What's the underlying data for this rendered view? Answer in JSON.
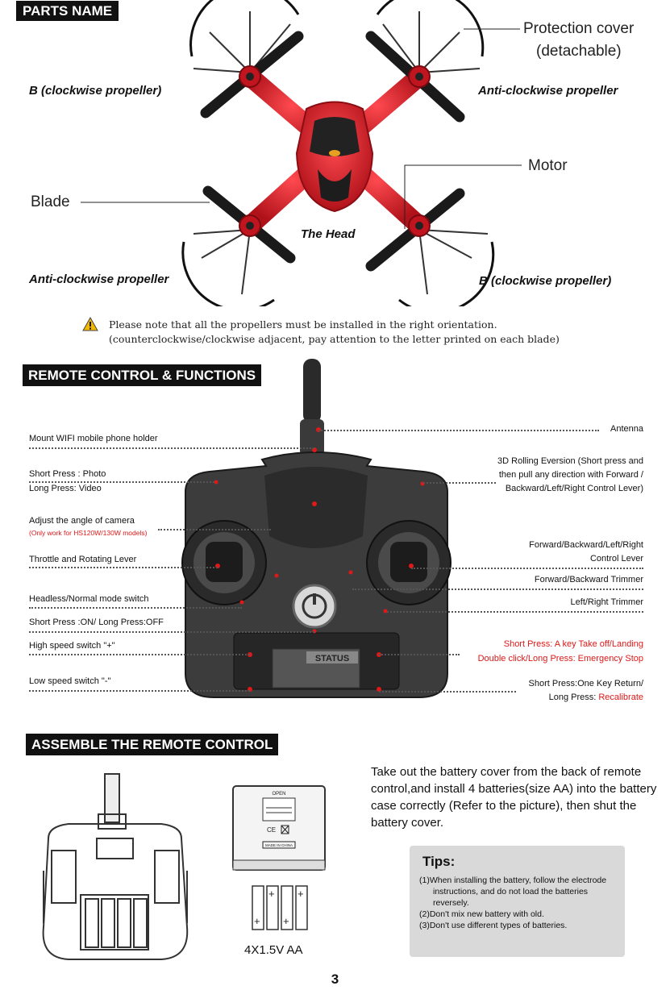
{
  "parts": {
    "heading": "PARTS NAME",
    "protection_cover_1": "Protection cover",
    "protection_cover_2": "(detachable)",
    "b_clockwise_top": "B (clockwise propeller)",
    "anticlockwise_top": "Anti-clockwise propeller",
    "motor": "Motor",
    "blade": "Blade",
    "head": "The Head",
    "anticlockwise_bottom": "Anti-clockwise propeller",
    "b_clockwise_bottom": "B (clockwise propeller)",
    "note_1": "Please note that all the propellers must be installed in the right orientation.",
    "note_2": "(counterclockwise/clockwise adjacent, pay attention to the letter printed on each blade)"
  },
  "remote": {
    "heading": "REMOTE CONTROL & FUNCTIONS",
    "antenna": "Antenna",
    "mount_holder": "Mount WIFI mobile phone holder",
    "photo": "Short Press : Photo",
    "video": "Long  Press:  Video",
    "rolling_1": "3D Rolling Eversion (Short press and",
    "rolling_2": "then pull any direction with Forward /",
    "rolling_3": "Backward/Left/Right Control Lever)",
    "camera_angle": "Adjust the angle of camera",
    "camera_note": "(Only work for HS120W/130W models)",
    "throttle": "Throttle and Rotating Lever",
    "control_lever_1": "Forward/Backward/Left/Right",
    "control_lever_2": "Control Lever",
    "fb_trimmer": "Forward/Backward Trimmer",
    "headless": "Headless/Normal mode switch",
    "lr_trimmer": "Left/Right Trimmer",
    "power": "Short Press :ON/ Long Press:OFF",
    "high_speed": "High speed switch \"+\"",
    "takeoff": "Short Press: A key Take off/Landing",
    "emergency": "Double click/Long Press: Emergency Stop",
    "low_speed": "Low speed switch \"-\"",
    "one_key_return": "Short Press:One Key Return/",
    "long_press": "Long Press: ",
    "recalibrate": "Recalibrate",
    "status_panel": "STATUS"
  },
  "assemble": {
    "heading": "ASSEMBLE THE REMOTE CONTROL",
    "instructions": "Take out the battery cover from the back of remote control,and install 4 batteries(size AA) into the battery case correctly (Refer to the picture), then shut the battery cover.",
    "cover_open": "OPEN",
    "cover_made_in": "MADE IN CHINA",
    "battery_label": "4X1.5V AA",
    "tips_title": "Tips:",
    "tips": [
      "(1)When installing the battery, follow the electrode instructions, and do not load the batteries reversely.",
      "(2)Don't mix new battery with old.",
      "(3)Don't use different types of batteries."
    ]
  },
  "page_number": "3",
  "colors": {
    "drone_red": "#e0202a",
    "warning_red": "#e01818",
    "header_black": "#111111",
    "tips_grey": "#d9d9d9"
  }
}
